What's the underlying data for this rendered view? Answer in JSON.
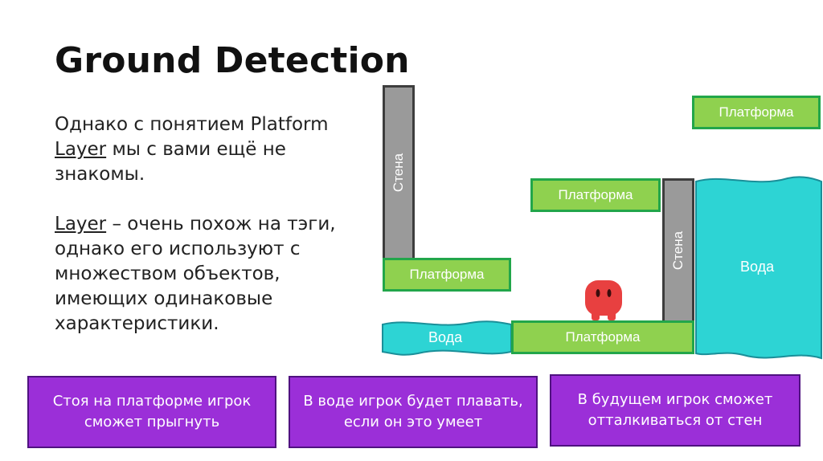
{
  "title": "Ground Detection",
  "paragraph1": {
    "pre": "Однако с понятием Platform ",
    "link": "Layer",
    "post": " мы с вами ещё не знакомы."
  },
  "paragraph2": {
    "link": "Layer",
    "post": " – очень похож на тэги, однако его используют с множеством объектов, имеющих одинаковые характеристики."
  },
  "diagram": {
    "wall_label": "Стена",
    "platform_label": "Платформа",
    "water_label": "Вода",
    "colors": {
      "platform_fill": "#8fd14f",
      "platform_border": "#22a64a",
      "wall_fill": "#9a9a9a",
      "water_fill": "#2dd4d4",
      "player": "#e84040"
    }
  },
  "callouts": [
    "Стоя на платформе игрок сможет прыгнуть",
    "В воде игрок будет плавать, если он это умеет",
    "В будущем игрок сможет отталкиваться от стен"
  ]
}
